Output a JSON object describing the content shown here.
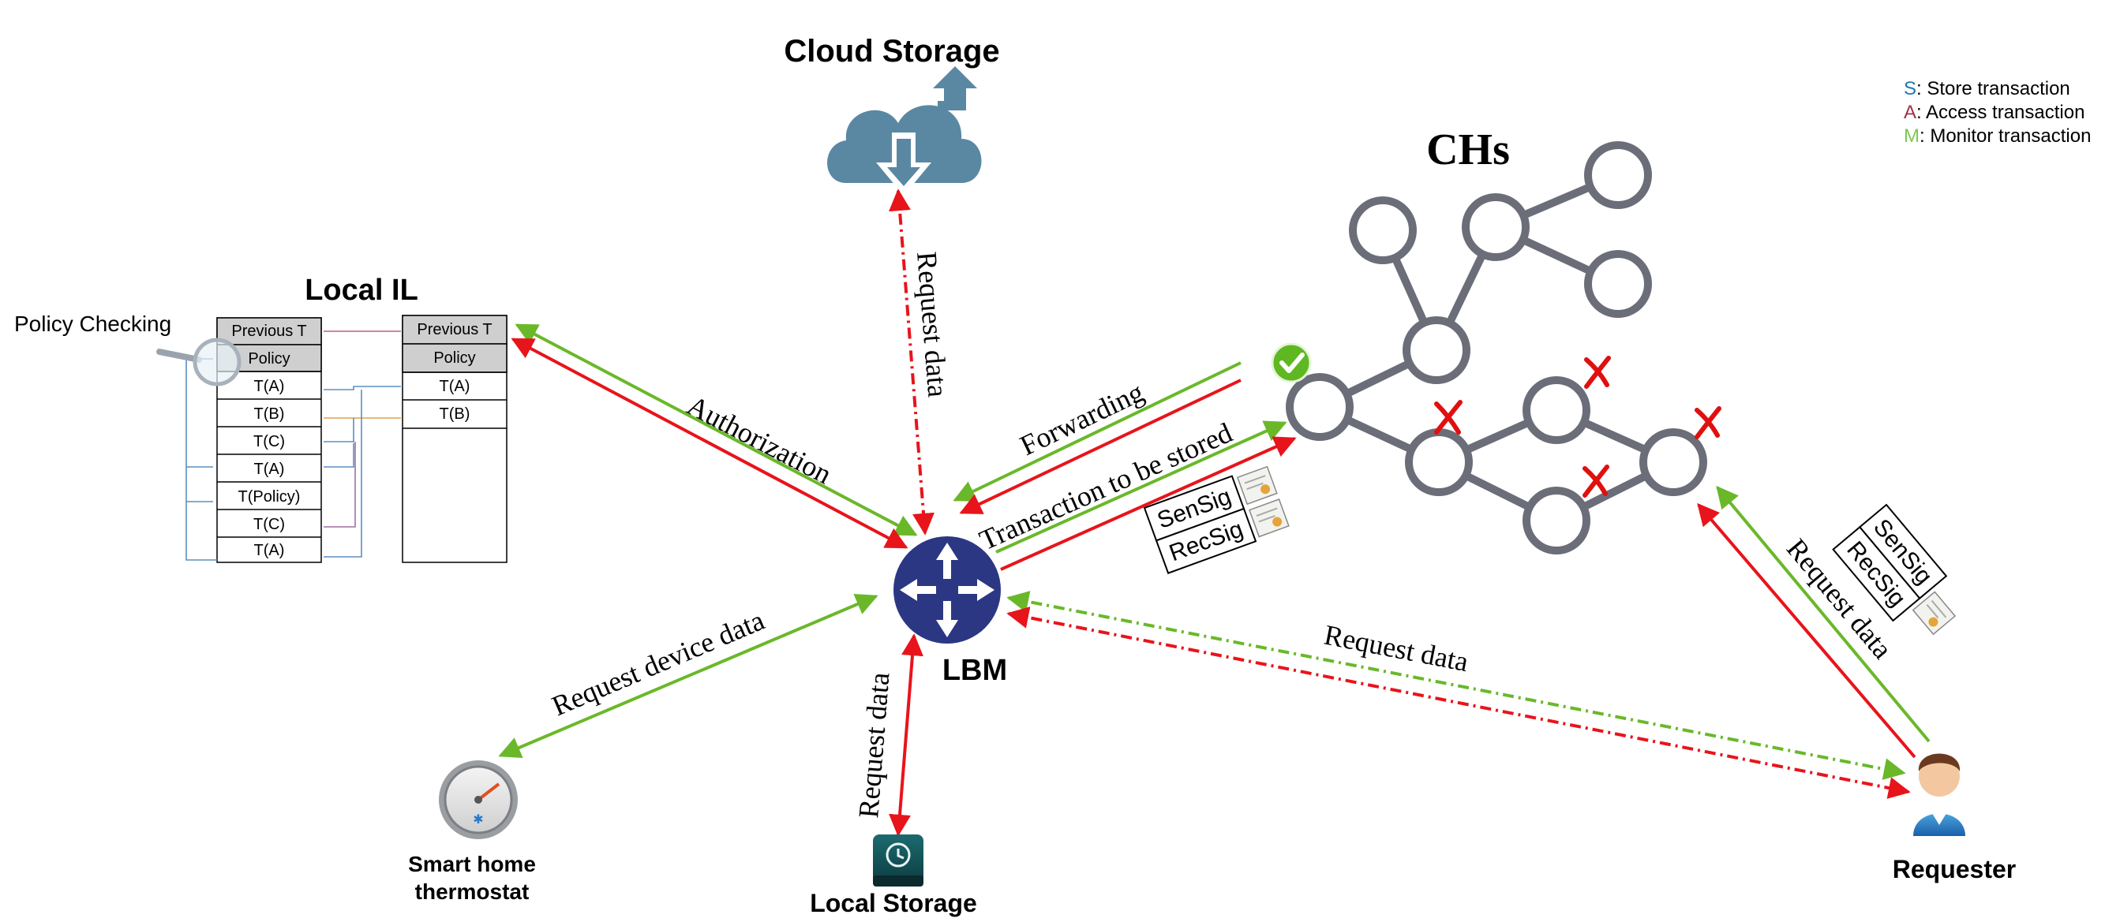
{
  "titles": {
    "cloud_storage": "Cloud Storage",
    "local_il": "Local IL",
    "chs": "CHs",
    "lbm": "LBM",
    "thermostat_line1": "Smart home",
    "thermostat_line2": "thermostat",
    "local_storage": "Local Storage",
    "requester": "Requester",
    "policy_checking": "Policy Checking"
  },
  "legend": [
    {
      "key": "S",
      "text": ": Store transaction",
      "color": "#1f77b4"
    },
    {
      "key": "A",
      "text": ": Access transaction",
      "color": "#a0304a"
    },
    {
      "key": "M",
      "text": ": Monitor transaction",
      "color": "#7ec850"
    }
  ],
  "ledger_left": [
    "Previous T",
    "Policy",
    "T(A)",
    "T(B)",
    "T(C)",
    "T(A)",
    "T(Policy)",
    "T(C)",
    "T(A)"
  ],
  "ledger_right": [
    "Previous T",
    "Policy",
    "T(A)",
    "T(B)"
  ],
  "arrow_labels": {
    "authorization": "Authorization",
    "request_data_cloud": "Request data",
    "forwarding": "Forwarding",
    "transaction_stored": "Transaction to be stored",
    "request_device_data": "Request device data",
    "request_data_local": "Request data",
    "request_data_requester": "Request data",
    "request_data_chs": "Request data"
  },
  "signatures": {
    "sen": "SenSig",
    "rec": "RecSig"
  },
  "colors": {
    "green": "#6ab82a",
    "red": "#e8141b",
    "node": "#6b6e78",
    "lbm": "#2c3784",
    "cloud": "#5a88a3"
  }
}
